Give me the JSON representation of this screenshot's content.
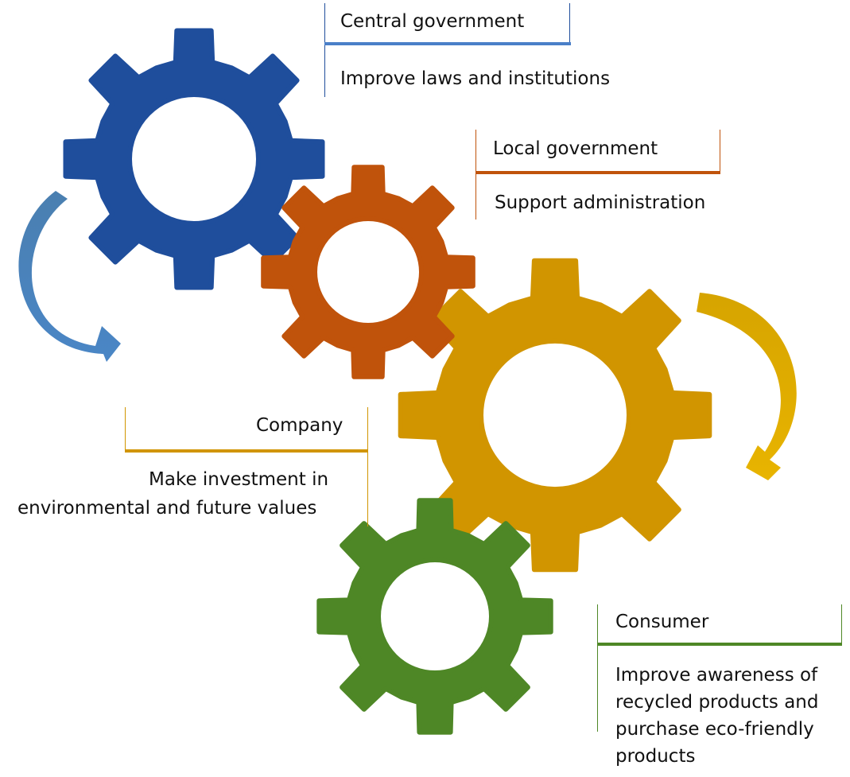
{
  "stakeholders": [
    {
      "key": "central",
      "role": "Central government",
      "action": "Improve laws and institutions",
      "color": "#1f4e9c"
    },
    {
      "key": "local",
      "role": "Local government",
      "action": "Support administration",
      "color": "#c0530b"
    },
    {
      "key": "company",
      "role": "Company",
      "action_lines": [
        "Make investment in",
        "environmental and future values"
      ],
      "color": "#d19500"
    },
    {
      "key": "consumer",
      "role": "Consumer",
      "action_lines": [
        "Improve awareness of",
        "recycled products and",
        "purchase eco-friendly",
        "products"
      ],
      "color": "#4e8726"
    }
  ],
  "arrows": {
    "left_color": "#4a86c6",
    "right_color": "#e8b400"
  }
}
